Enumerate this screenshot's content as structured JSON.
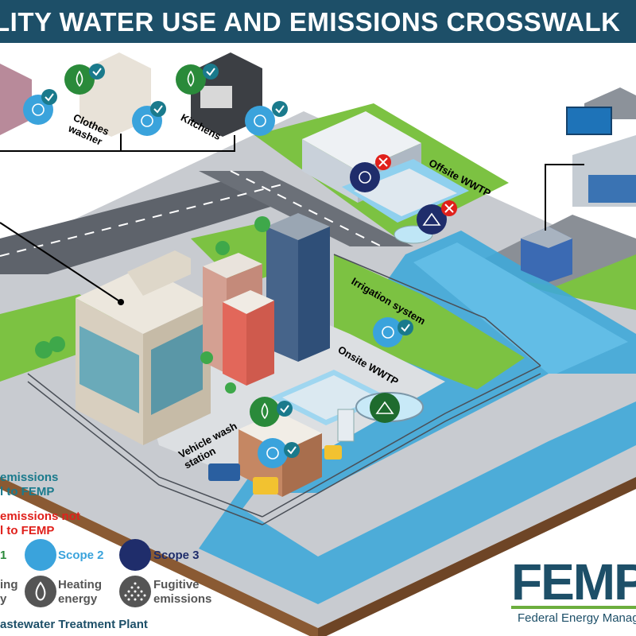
{
  "title": "LITY WATER USE AND EMISSIONS CROSSWALK",
  "labels": {
    "clothes_washer": [
      "Clothes",
      "washer"
    ],
    "kitchens": "Kitchens",
    "offsite_wwtp": "Offsite WWTP",
    "irrigation_system": "Irrigation system",
    "onsite_wwtp": "Onsite WWTP",
    "vehicle_wash": [
      "Vehicle wash",
      "station"
    ]
  },
  "legend": {
    "reported": [
      "emissions",
      "l to FEMP"
    ],
    "not_reported": [
      "emissions not",
      "l to FEMP"
    ],
    "scope1": "1",
    "scope2": "Scope 2",
    "scope3": "Scope 3",
    "pumping": [
      "ing",
      "y"
    ],
    "heating": [
      "Heating",
      "energy"
    ],
    "fugitive": [
      "Fugitive",
      "emissions"
    ],
    "footnote": "astewater Treatment Plant"
  },
  "brand": {
    "logo": "FEMP",
    "tagline": "Federal Energy Managem"
  },
  "colors": {
    "banner": "#1d4f68",
    "scope1_green": "#2a8a3a",
    "scope2_light_blue": "#3aa3dc",
    "scope3_navy": "#1f2d6b",
    "reported_teal": "#1a7a8c",
    "not_reported_red": "#e0201b",
    "water": "#3fa8d8",
    "grass": "#7cc242"
  },
  "icons": {
    "pumping": "pump-icon",
    "heating": "flame-icon",
    "fugitive": "fugitive-emissions-icon",
    "reported": "check-icon",
    "not_reported": "x-icon"
  }
}
